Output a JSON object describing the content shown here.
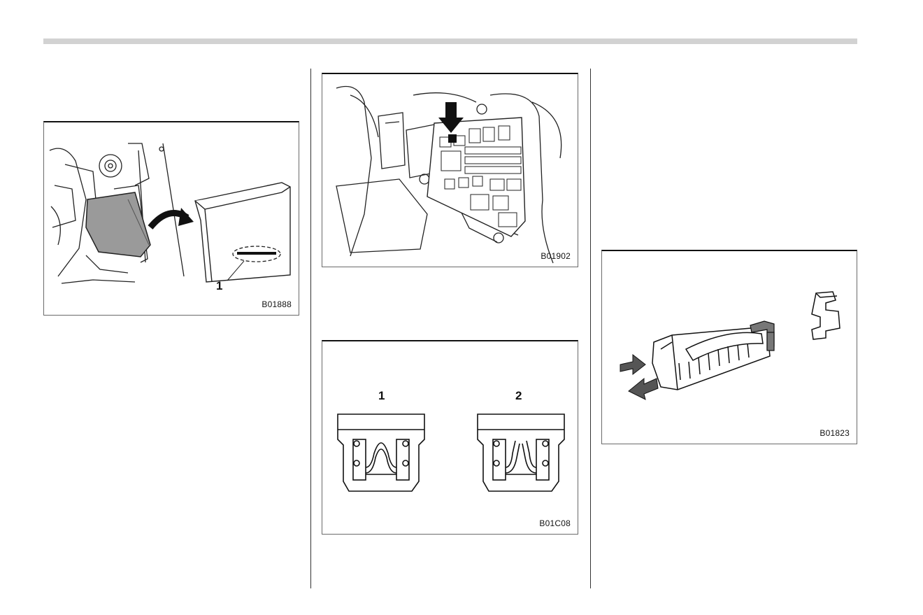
{
  "figures": [
    {
      "code": "B01888",
      "callouts": [
        "1"
      ]
    },
    {
      "code": "B01902",
      "callouts": []
    },
    {
      "code": "B01C08",
      "callouts": [
        "1",
        "2"
      ]
    },
    {
      "code": "B01823",
      "callouts": []
    }
  ]
}
